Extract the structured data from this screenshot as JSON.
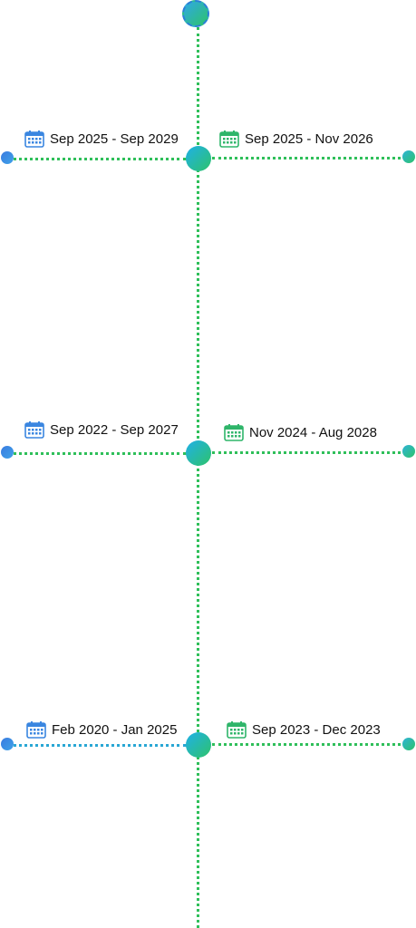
{
  "timeline": {
    "rows": [
      {
        "left_label": "Sep 2025 - Sep 2029",
        "right_label": "Sep 2025 - Nov 2026"
      },
      {
        "left_label": "Sep 2022 - Sep 2027",
        "right_label": "Nov 2024 - Aug 2028"
      },
      {
        "left_label": "Feb 2020 - Jan 2025",
        "right_label": "Sep 2023 - Dec 2023"
      }
    ]
  },
  "icons": {
    "left": "calendar-icon",
    "right": "calendar-icon"
  },
  "colors": {
    "line_green": "#2fbf5a",
    "node_gradient_start": "#1fb0e8",
    "node_gradient_end": "#2ec36b",
    "left_icon": "#3a86e0",
    "right_icon": "#2fb56a"
  }
}
